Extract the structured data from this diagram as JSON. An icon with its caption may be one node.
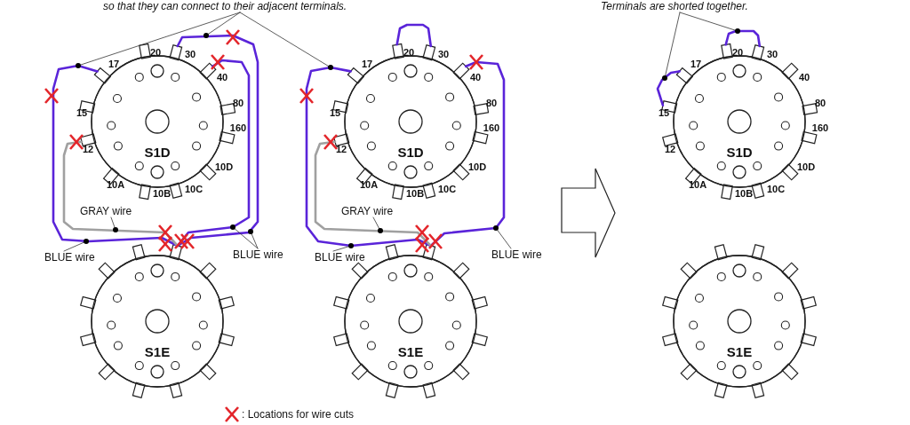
{
  "diagram": {
    "nodes": [
      {
        "text": [
          "so that they can connect to their adjacent terminals."
        ]
      },
      {
        "text": [
          "Terminals are shorted together."
        ]
      },
      {
        "text": [
          "S1D"
        ]
      },
      {
        "text": [
          "S1E"
        ]
      },
      {
        "text": [
          "S1D"
        ]
      },
      {
        "text": [
          "S1E"
        ]
      },
      {
        "text": [
          "S1D"
        ]
      },
      {
        "text": [
          "S1E"
        ]
      },
      {
        "text": [
          "GRAY wire"
        ]
      },
      {
        "text": [
          "BLUE wire"
        ]
      },
      {
        "text": [
          "BLUE wire"
        ]
      },
      {
        "text": [
          "GRAY wire"
        ]
      },
      {
        "text": [
          "BLUE wire"
        ]
      },
      {
        "text": [
          "BLUE wire"
        ]
      }
    ],
    "edges": [
      {
        "from": 2,
        "to": 3,
        "arrow": "none",
        "style": "thick",
        "color": "#5a24d9"
      },
      {
        "from": 2,
        "to": 3,
        "arrow": "none",
        "style": "thick",
        "color": "#5a24d9"
      },
      {
        "from": 2,
        "to": 3,
        "arrow": "none",
        "style": "thick",
        "color": "#5a24d9"
      },
      {
        "from": 2,
        "to": 3,
        "arrow": "none",
        "style": "thick",
        "color": "#a0a0a0"
      },
      {
        "from": 4,
        "to": 5,
        "arrow": "none",
        "style": "thick",
        "color": "#5a24d9"
      },
      {
        "from": 4,
        "to": 5,
        "arrow": "none",
        "style": "thick",
        "color": "#5a24d9"
      },
      {
        "from": 4,
        "to": 5,
        "arrow": "none",
        "style": "thick",
        "color": "#a0a0a0"
      },
      {
        "from": 4,
        "to": 4,
        "arrow": "none",
        "style": "thick",
        "color": "#5a24d9"
      },
      {
        "from": 6,
        "to": 6,
        "arrow": "none",
        "style": "thick",
        "color": "#5a24d9"
      },
      {
        "from": 6,
        "to": 6,
        "arrow": "none",
        "style": "thick",
        "color": "#5a24d9"
      },
      {
        "from": 0,
        "to": null,
        "arrow": "other"
      },
      {
        "from": 0,
        "to": null,
        "arrow": "other"
      },
      {
        "from": 0,
        "to": null,
        "arrow": "other"
      },
      {
        "from": 1,
        "to": 6,
        "arrow": "other"
      },
      {
        "from": 1,
        "to": null,
        "arrow": "other"
      },
      {
        "from": 8,
        "to": null,
        "arrow": "other"
      },
      {
        "from": 9,
        "to": null,
        "arrow": "other"
      },
      {
        "from": 10,
        "to": null,
        "arrow": "other"
      },
      {
        "from": 10,
        "to": null,
        "arrow": "other"
      },
      {
        "from": 11,
        "to": null,
        "arrow": "other"
      },
      {
        "from": 12,
        "to": null,
        "arrow": "other"
      },
      {
        "from": 13,
        "to": null,
        "arrow": "other"
      }
    ],
    "labels": [
      "17",
      "20",
      "30",
      "40",
      "80",
      "160",
      "10D",
      "10C",
      "10B",
      "10A",
      "12",
      "15",
      "17",
      "20",
      "30",
      "40",
      "80",
      "160",
      "10D",
      "10C",
      "10B",
      "10A",
      "12",
      "15",
      "17",
      "20",
      "30",
      "40",
      "80",
      "160",
      "10D",
      "10C",
      "10B",
      "10A",
      "12",
      "15"
    ],
    "legend": [
      {
        "text": ": Locations for wire cuts"
      }
    ]
  }
}
